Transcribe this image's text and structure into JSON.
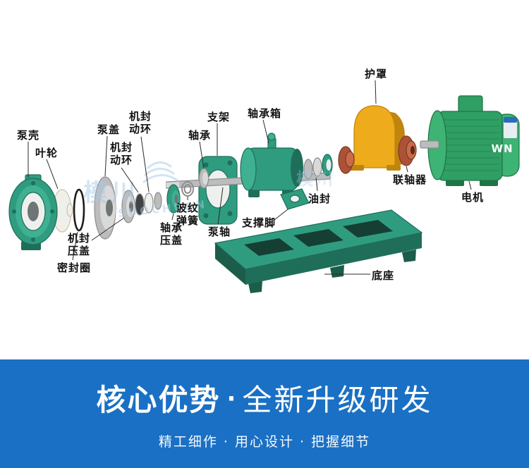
{
  "theme": {
    "banner_blue": "#1a70c4",
    "part_teal": "#2f9c80",
    "part_teal_light": "#3fb092",
    "part_teal_dark": "#1f6e5a",
    "part_teal_deep": "#1c5c4b",
    "motor_green": "#2f9f63",
    "motor_green_light": "#3db374",
    "motor_green_dark": "#1f7347",
    "guard_yellow": "#eeab1c",
    "guard_yellow_dark": "#c0850f",
    "coupling_red": "#ad5238",
    "coupling_red_light": "#c96a48",
    "coupling_red_dark": "#7e3a24",
    "metal_gray": "#bcbcbc",
    "metal_gray_light": "#d9d9d9",
    "metal_gray_dark": "#8d8d8d",
    "ivory": "#f2efe7",
    "ivory_dark": "#c9c2b2",
    "hole_dark": "#163f33",
    "leader": "#2b2b2b",
    "label_text": "#111111",
    "watermark_blue": "#a9cbe8"
  },
  "diagram": {
    "watermark": {
      "cn": "模川",
      "en": "SUOCHUAN"
    },
    "motor_badge": "WN",
    "labels": [
      {
        "id": "pump-casing",
        "text": "泵壳"
      },
      {
        "id": "impeller",
        "text": "叶轮"
      },
      {
        "id": "pump-cover",
        "text": "泵盖"
      },
      {
        "id": "mech-seal-rotating-ring-upper",
        "text": "机封动环"
      },
      {
        "id": "mech-seal-rotating-ring-lower",
        "text": "机封动环"
      },
      {
        "id": "bracket",
        "text": "支架"
      },
      {
        "id": "bearing",
        "text": "轴承"
      },
      {
        "id": "bearing-housing",
        "text": "轴承箱"
      },
      {
        "id": "guard",
        "text": "护罩"
      },
      {
        "id": "coupling",
        "text": "联轴器"
      },
      {
        "id": "motor",
        "text": "电机"
      },
      {
        "id": "oil-seal",
        "text": "油封"
      },
      {
        "id": "wave-spring",
        "text": "波纹弹簧"
      },
      {
        "id": "pump-shaft",
        "text": "泵轴"
      },
      {
        "id": "support-foot",
        "text": "支撑脚"
      },
      {
        "id": "mech-seal-gland",
        "text": "机封压盖"
      },
      {
        "id": "bearing-gland",
        "text": "轴承压盖"
      },
      {
        "id": "seal-ring",
        "text": "密封圈"
      },
      {
        "id": "base",
        "text": "底座"
      }
    ]
  },
  "banner": {
    "title_bold": "核心优势",
    "separator": "·",
    "title_rest": "全新升级研发",
    "subtitle": "精工细作 · 用心设计 · 把握细节"
  }
}
